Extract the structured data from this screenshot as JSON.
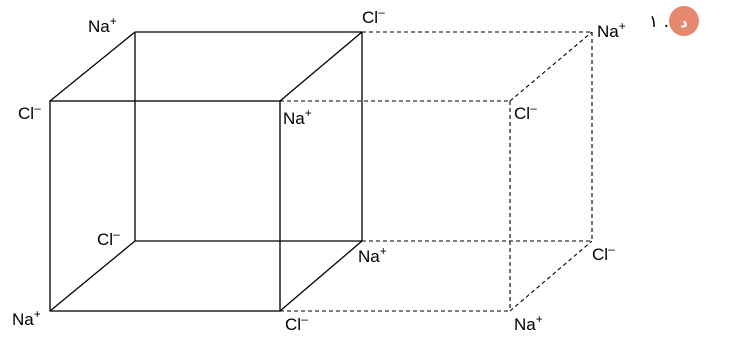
{
  "question": {
    "badge_letter": "د",
    "number": "١ .",
    "badge_color": "#e5886e"
  },
  "ions": {
    "na": "Na",
    "cl": "Cl",
    "na_charge": "+",
    "cl_charge": "–"
  }
}
